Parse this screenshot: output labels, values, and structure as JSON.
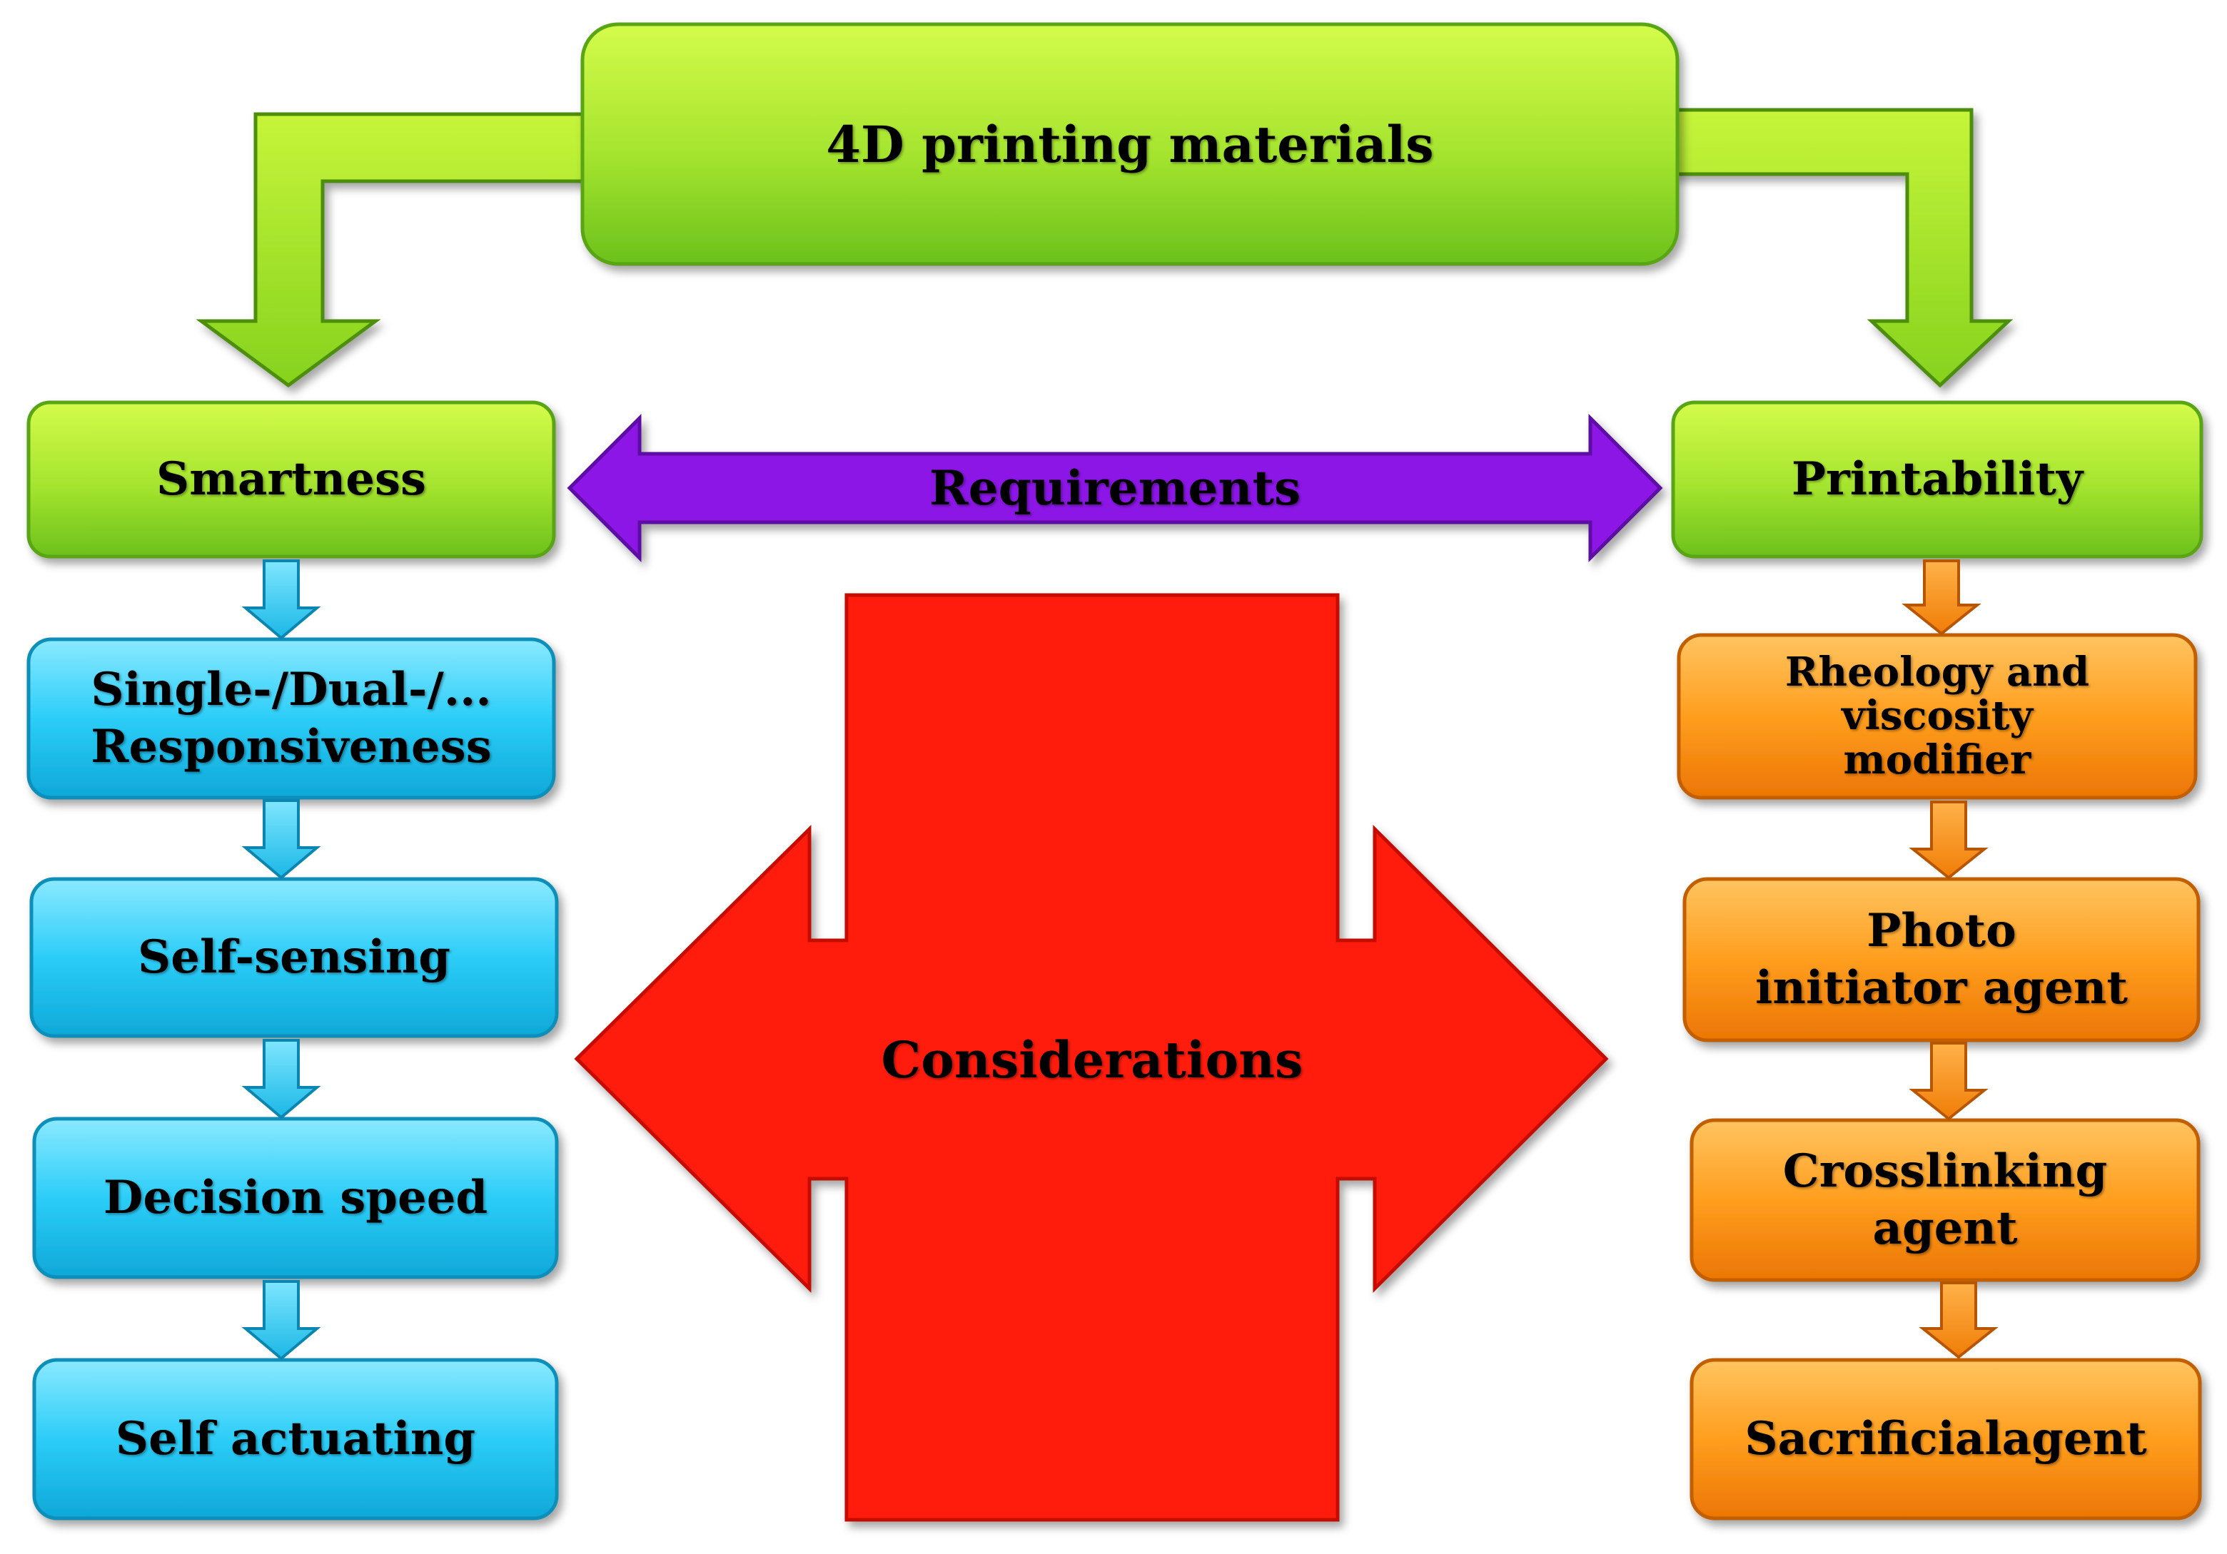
{
  "colors": {
    "green_light": "#c6f53a",
    "green_dark": "#6cc11c",
    "cyan_light": "#7fe6ff",
    "cyan_dark": "#12b4e3",
    "orange_light": "#ffc05a",
    "orange_dark": "#f07d06",
    "purple": "#8b19e6",
    "red": "#ff1a10"
  },
  "title": "4D printing materials",
  "requirements_label": "Requirements",
  "considerations_label": "Considerations",
  "left_branch": {
    "header": "Smartness",
    "items": [
      "Single-/Dual-/...\nResponsiveness",
      "Self-sensing",
      "Decision speed",
      "Self actuating"
    ]
  },
  "right_branch": {
    "header": "Printability",
    "items": [
      "Rheology and\nviscosity\nmodifier",
      "Photo\ninitiator agent",
      "Crosslinking\nagent",
      "Sacrificialagent"
    ]
  }
}
